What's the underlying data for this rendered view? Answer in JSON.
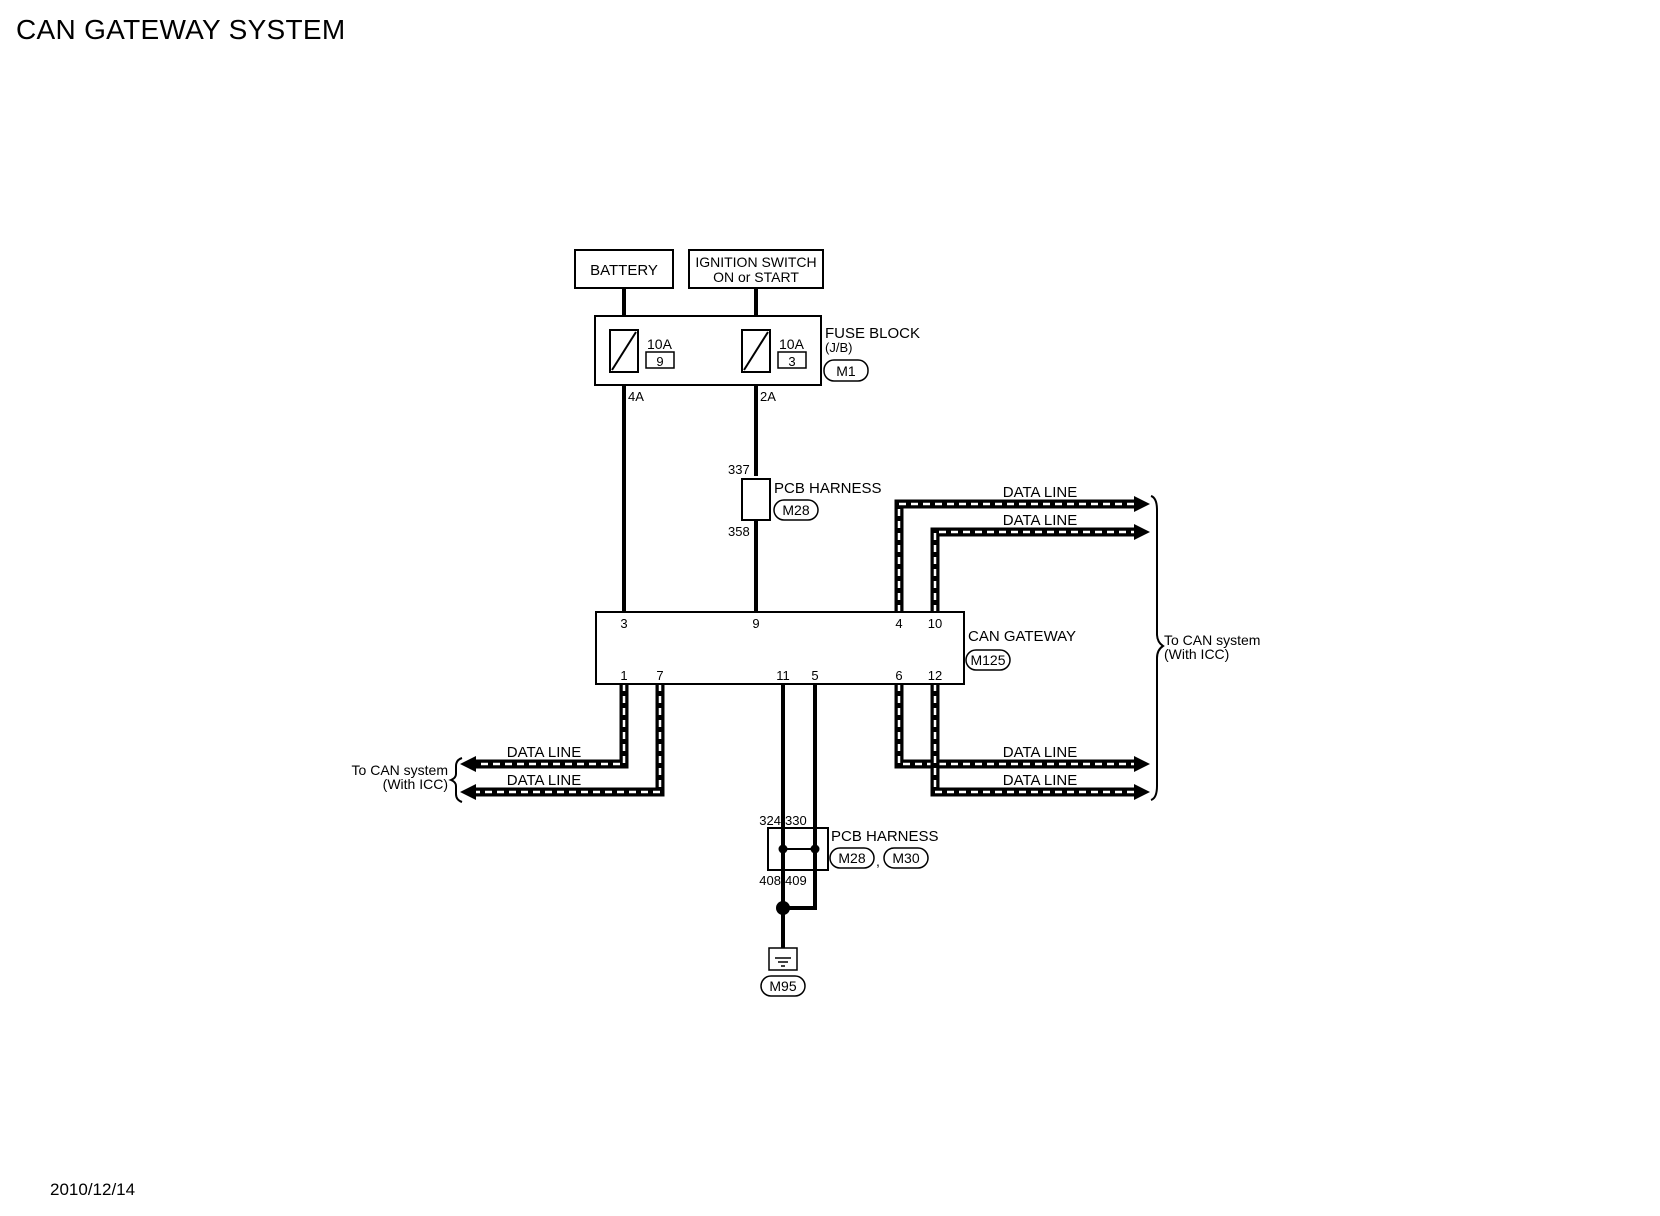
{
  "title": "CAN GATEWAY SYSTEM",
  "date": "2010/12/14",
  "battery": {
    "label": "BATTERY"
  },
  "ignition": {
    "line1": "IGNITION SWITCH",
    "line2": "ON or START"
  },
  "fuse_block": {
    "title": "FUSE BLOCK",
    "subtitle": "(J/B)",
    "connector": "M1",
    "fuses": [
      {
        "rating": "10A",
        "number": "9",
        "terminal": "4A"
      },
      {
        "rating": "10A",
        "number": "3",
        "terminal": "2A"
      }
    ]
  },
  "pcb_harness_top": {
    "label": "PCB HARNESS",
    "connector": "M28",
    "pin_top": "337",
    "pin_bottom": "358"
  },
  "can_gateway": {
    "label": "CAN GATEWAY",
    "connector": "M125",
    "top_pins": [
      "3",
      "9",
      "4",
      "10"
    ],
    "bottom_pins": [
      "1",
      "7",
      "11",
      "5",
      "6",
      "12"
    ]
  },
  "data_lines": {
    "right_top": [
      "DATA LINE",
      "DATA LINE"
    ],
    "right_bottom": [
      "DATA LINE",
      "DATA LINE"
    ],
    "left": [
      "DATA LINE",
      "DATA LINE"
    ]
  },
  "destination_right": {
    "line1": "To CAN system",
    "line2": "(With ICC)"
  },
  "destination_left": {
    "line1": "To CAN system",
    "line2": "(With ICC)"
  },
  "pcb_harness_bottom": {
    "label": "PCB HARNESS",
    "connectors": [
      "M28",
      "M30"
    ],
    "separator": ",",
    "pins_top": [
      "324",
      "330"
    ],
    "pins_bottom": [
      "408",
      "409"
    ]
  },
  "ground": {
    "connector": "M95"
  }
}
